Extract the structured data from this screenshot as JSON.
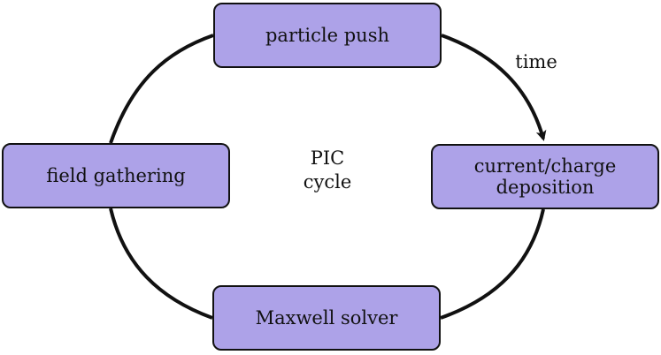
{
  "diagram": {
    "time_label": "time",
    "center": {
      "line1": "PIC",
      "line2": "cycle"
    },
    "nodes": {
      "particle_push": {
        "label": "particle push"
      },
      "deposition": {
        "line1": "current/charge",
        "line2": "deposition"
      },
      "maxwell": {
        "label": "Maxwell solver"
      },
      "gathering": {
        "label": "field gathering"
      }
    },
    "colors": {
      "box_fill": "#ada2e8",
      "stroke": "#111111"
    }
  }
}
